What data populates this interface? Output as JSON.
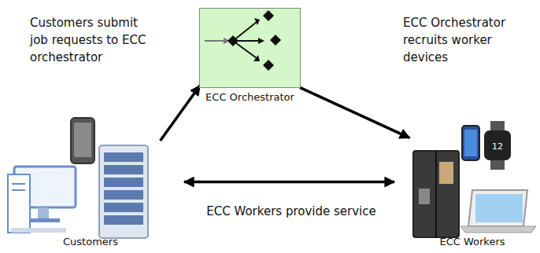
{
  "diagram": {
    "nodes": [
      {
        "text": [
          "ECC Orchestrator"
        ]
      },
      {
        "text": [
          "Customers"
        ]
      },
      {
        "text": [
          "ECC Workers"
        ]
      }
    ],
    "edges": [
      {
        "from": 1,
        "to": 0,
        "arrow": "to",
        "label": "Customers submit job requests to ECC orchestrator"
      },
      {
        "from": 0,
        "to": 2,
        "arrow": "to",
        "label": "ECC Orchestrator recruits worker devices"
      },
      {
        "from": 1,
        "to": 2,
        "arrow": "both",
        "label": "ECC Workers provide service"
      }
    ]
  }
}
